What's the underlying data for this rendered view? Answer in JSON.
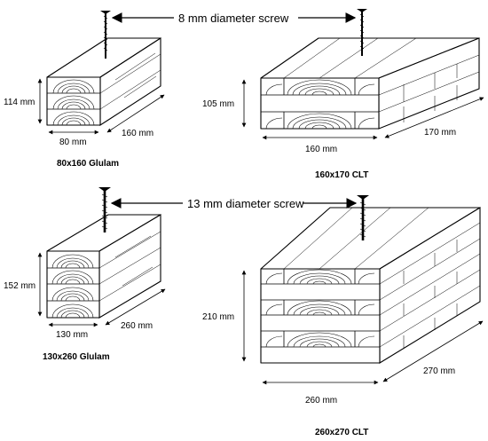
{
  "screw_labels": {
    "top": "8 mm diameter screw",
    "bottom": "13 mm diameter screw"
  },
  "specimens": [
    {
      "caption": "80x160 Glulam",
      "height": "114 mm",
      "width": "80 mm",
      "depth": "160 mm"
    },
    {
      "caption": "160x170 CLT",
      "height": "105 mm",
      "width": "160 mm",
      "depth": "170 mm"
    },
    {
      "caption": "130x260 Glulam",
      "height": "152 mm",
      "width": "130 mm",
      "depth": "260 mm"
    },
    {
      "caption": "260x270 CLT",
      "height": "210 mm",
      "width": "260 mm",
      "depth": "270 mm"
    }
  ]
}
